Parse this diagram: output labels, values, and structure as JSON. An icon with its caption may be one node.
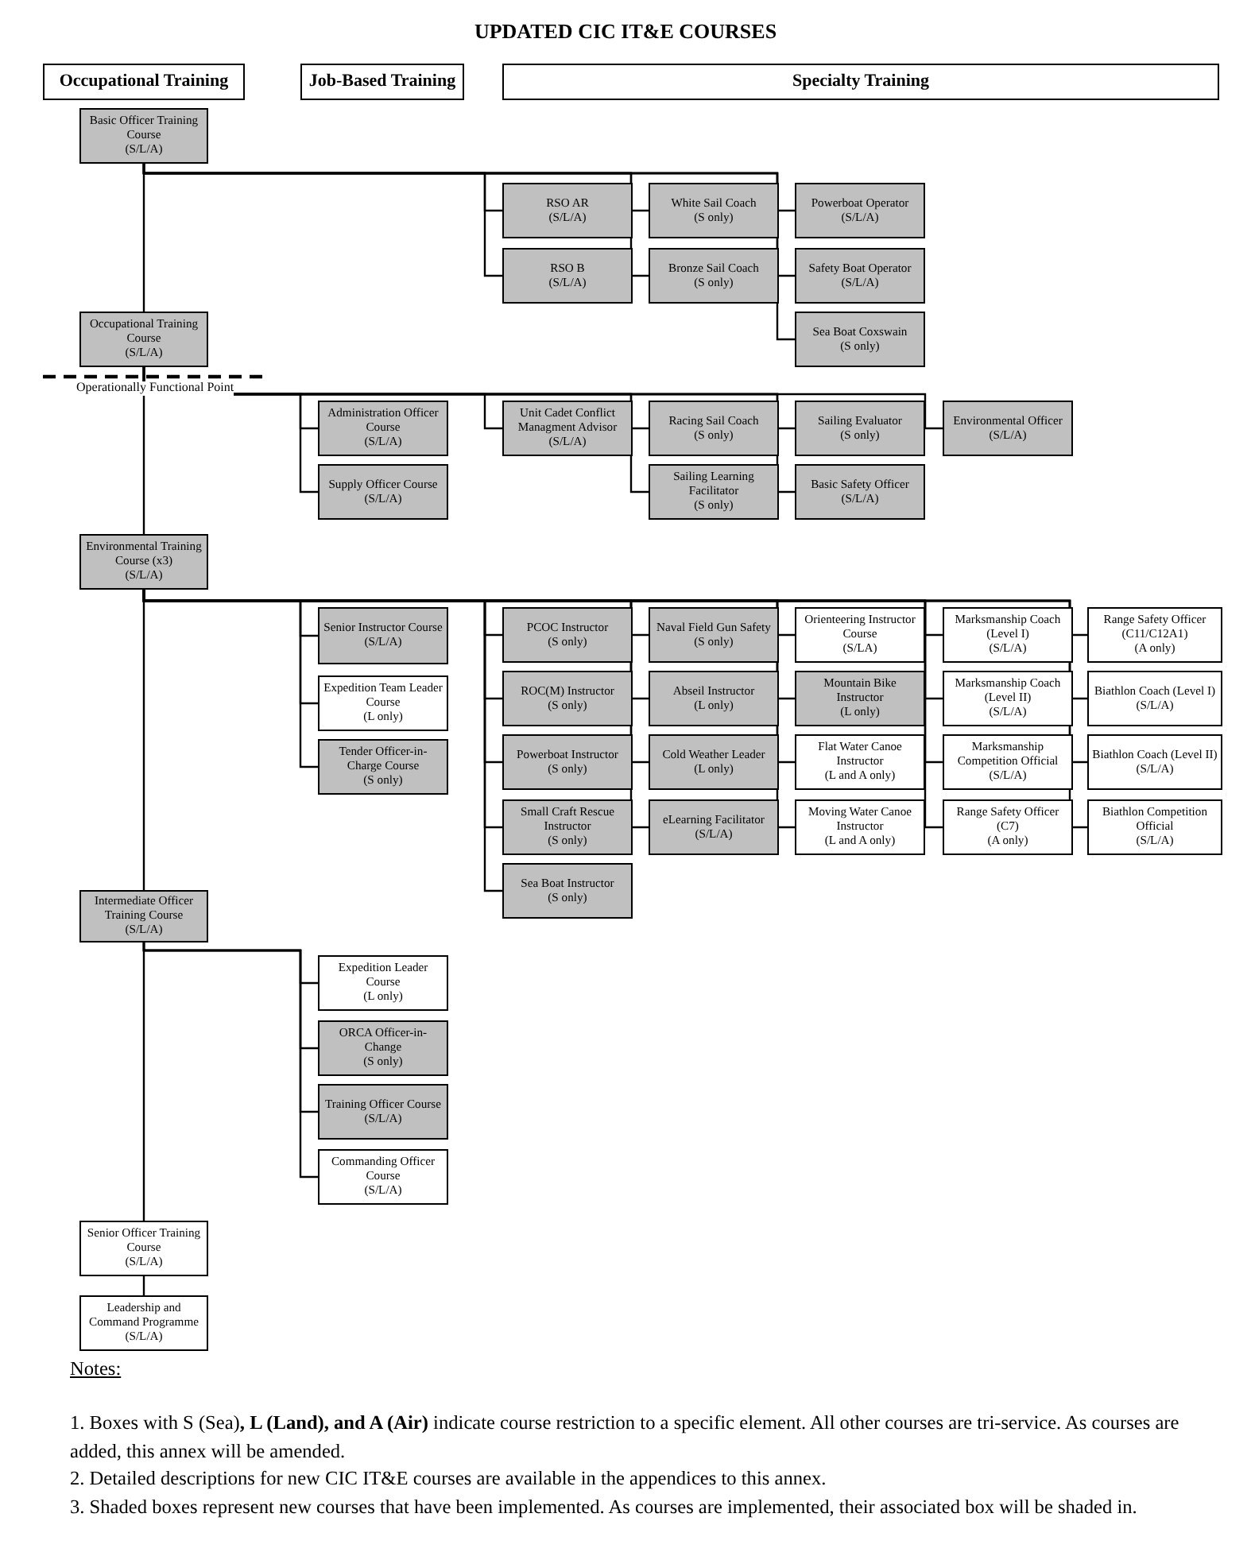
{
  "diagram": {
    "title": "UPDATED CIC IT&E COURSES",
    "nodes": [
      {
        "text": [
          "Occupational Training"
        ]
      },
      {
        "text": [
          "Job-Based Training"
        ]
      },
      {
        "text": [
          "Specialty Training"
        ]
      },
      {
        "text": [
          "Basic Officer Training Course",
          "(S/L/A)"
        ]
      },
      {
        "text": [
          "RSO AR",
          "(S/L/A)"
        ]
      },
      {
        "text": [
          "White Sail Coach",
          "(S only)"
        ]
      },
      {
        "text": [
          "Powerboat Operator",
          "(S/L/A)"
        ]
      },
      {
        "text": [
          "RSO B",
          "(S/L/A)"
        ]
      },
      {
        "text": [
          "Bronze Sail Coach",
          "(S only)"
        ]
      },
      {
        "text": [
          "Safety Boat Operator",
          "(S/L/A)"
        ]
      },
      {
        "text": [
          "Sea Boat Coxswain",
          "(S only)"
        ]
      },
      {
        "text": [
          "Occupational Training Course",
          "(S/L/A)"
        ]
      },
      {
        "text": [
          "Administration Officer Course",
          "(S/L/A)"
        ]
      },
      {
        "text": [
          "Unit Cadet Conflict Managment Advisor",
          "(S/L/A)"
        ]
      },
      {
        "text": [
          "Racing Sail Coach",
          "(S only)"
        ]
      },
      {
        "text": [
          "Sailing Evaluator",
          "(S only)"
        ]
      },
      {
        "text": [
          "Environmental Officer",
          "(S/L/A)"
        ]
      },
      {
        "text": [
          "Supply Officer Course",
          "(S/L/A)"
        ]
      },
      {
        "text": [
          "Sailing Learning Facilitator",
          "(S only)"
        ]
      },
      {
        "text": [
          "Basic Safety Officer",
          "(S/L/A)"
        ]
      },
      {
        "text": [
          "Environmental Training Course (x3)",
          "(S/L/A)"
        ]
      },
      {
        "text": [
          "Senior Instructor Course",
          "(S/L/A)"
        ]
      },
      {
        "text": [
          "PCOC Instructor",
          "(S only)"
        ]
      },
      {
        "text": [
          "Naval Field Gun Safety",
          "(S only)"
        ]
      },
      {
        "text": [
          "Orienteering Instructor Course",
          "(S/LA)"
        ]
      },
      {
        "text": [
          "Marksmanship Coach (Level I)",
          "(S/L/A)"
        ]
      },
      {
        "text": [
          "Range Safety Officer (C11/C12A1)",
          "(A only)"
        ]
      },
      {
        "text": [
          "Expedition Team Leader Course",
          "(L only)"
        ]
      },
      {
        "text": [
          "ROC(M) Instructor",
          "(S only)"
        ]
      },
      {
        "text": [
          "Abseil Instructor",
          "(L only)"
        ]
      },
      {
        "text": [
          "Mountain Bike Instructor",
          "(L only)"
        ]
      },
      {
        "text": [
          "Marksmanship Coach (Level II)",
          "(S/L/A)"
        ]
      },
      {
        "text": [
          "Biathlon Coach (Level I)",
          "(S/L/A)"
        ]
      },
      {
        "text": [
          "Tender Officer-in-Charge Course",
          "(S only)"
        ]
      },
      {
        "text": [
          "Powerboat Instructor",
          "(S only)"
        ]
      },
      {
        "text": [
          "Cold Weather Leader",
          "(L only)"
        ]
      },
      {
        "text": [
          "Flat Water Canoe Instructor",
          "(L and A only)"
        ]
      },
      {
        "text": [
          "Marksmanship Competition Official",
          "(S/L/A)"
        ]
      },
      {
        "text": [
          "Biathlon Coach (Level II)",
          "(S/L/A)"
        ]
      },
      {
        "text": [
          "Small Craft Rescue Instructor",
          "(S only)"
        ]
      },
      {
        "text": [
          "eLearning Facilitator",
          "(S/L/A)"
        ]
      },
      {
        "text": [
          "Moving Water Canoe Instructor",
          "(L and A only)"
        ]
      },
      {
        "text": [
          "Range Safety Officer (C7)",
          "(A only)"
        ]
      },
      {
        "text": [
          "Biathlon Competition Official",
          "(S/L/A)"
        ]
      },
      {
        "text": [
          "Sea Boat Instructor",
          "(S only)"
        ]
      },
      {
        "text": [
          "Intermediate Officer Training Course",
          "(S/L/A)"
        ]
      },
      {
        "text": [
          "Expedition Leader Course",
          "(L only)"
        ]
      },
      {
        "text": [
          "ORCA Officer-in-Change",
          "(S only)"
        ]
      },
      {
        "text": [
          "Training Officer Course",
          "(S/L/A)"
        ]
      },
      {
        "text": [
          "Commanding Officer Course",
          "(S/L/A)"
        ]
      },
      {
        "text": [
          "Senior Officer Training Course",
          "(S/L/A)"
        ]
      },
      {
        "text": [
          "Leadership and Command Programme",
          "(S/L/A)"
        ]
      }
    ],
    "edges": [
      {
        "from": 3,
        "to": 4,
        "arrow": "none"
      },
      {
        "from": 3,
        "to": 7,
        "arrow": "none"
      },
      {
        "from": 3,
        "to": 5,
        "arrow": "none"
      },
      {
        "from": 3,
        "to": 8,
        "arrow": "none"
      },
      {
        "from": 3,
        "to": 6,
        "arrow": "none"
      },
      {
        "from": 3,
        "to": 9,
        "arrow": "none"
      },
      {
        "from": 3,
        "to": 10,
        "arrow": "none"
      },
      {
        "from": 3,
        "to": 11,
        "arrow": "none"
      },
      {
        "from": 11,
        "to": 12,
        "arrow": "none"
      },
      {
        "from": 11,
        "to": 17,
        "arrow": "none"
      },
      {
        "from": 11,
        "to": 13,
        "arrow": "none"
      },
      {
        "from": 11,
        "to": 14,
        "arrow": "none"
      },
      {
        "from": 11,
        "to": 18,
        "arrow": "none"
      },
      {
        "from": 11,
        "to": 15,
        "arrow": "none"
      },
      {
        "from": 11,
        "to": 19,
        "arrow": "none"
      },
      {
        "from": 11,
        "to": 16,
        "arrow": "none"
      },
      {
        "from": 11,
        "to": 20,
        "arrow": "none"
      },
      {
        "from": 20,
        "to": 21,
        "arrow": "none"
      },
      {
        "from": 20,
        "to": 27,
        "arrow": "none"
      },
      {
        "from": 20,
        "to": 33,
        "arrow": "none"
      },
      {
        "from": 20,
        "to": 22,
        "arrow": "none"
      },
      {
        "from": 20,
        "to": 28,
        "arrow": "none"
      },
      {
        "from": 20,
        "to": 34,
        "arrow": "none"
      },
      {
        "from": 20,
        "to": 39,
        "arrow": "none"
      },
      {
        "from": 20,
        "to": 44,
        "arrow": "none"
      },
      {
        "from": 20,
        "to": 23,
        "arrow": "none"
      },
      {
        "from": 20,
        "to": 29,
        "arrow": "none"
      },
      {
        "from": 20,
        "to": 35,
        "arrow": "none"
      },
      {
        "from": 20,
        "to": 40,
        "arrow": "none"
      },
      {
        "from": 20,
        "to": 24,
        "arrow": "none"
      },
      {
        "from": 20,
        "to": 30,
        "arrow": "none"
      },
      {
        "from": 20,
        "to": 36,
        "arrow": "none"
      },
      {
        "from": 20,
        "to": 41,
        "arrow": "none"
      },
      {
        "from": 20,
        "to": 25,
        "arrow": "none"
      },
      {
        "from": 20,
        "to": 31,
        "arrow": "none"
      },
      {
        "from": 20,
        "to": 37,
        "arrow": "none"
      },
      {
        "from": 20,
        "to": 42,
        "arrow": "none"
      },
      {
        "from": 20,
        "to": 26,
        "arrow": "none"
      },
      {
        "from": 20,
        "to": 32,
        "arrow": "none"
      },
      {
        "from": 20,
        "to": 38,
        "arrow": "none"
      },
      {
        "from": 20,
        "to": 43,
        "arrow": "none"
      },
      {
        "from": 20,
        "to": 45,
        "arrow": "none"
      },
      {
        "from": 45,
        "to": 46,
        "arrow": "none"
      },
      {
        "from": 45,
        "to": 47,
        "arrow": "none"
      },
      {
        "from": 45,
        "to": 48,
        "arrow": "none"
      },
      {
        "from": 45,
        "to": 49,
        "arrow": "none"
      },
      {
        "from": 45,
        "to": 50,
        "arrow": "none"
      },
      {
        "from": 50,
        "to": 51,
        "arrow": "none"
      }
    ],
    "labels": [
      "Operationally Functional Point",
      "Notes:",
      "1. Boxes with S (Sea)**, L (Land), and A (Air)** indicate course restriction to a specific element. All other courses are tri-service. As courses are added, this annex will be amended.",
      "2. Detailed descriptions for new CIC IT&E courses are available in the appendices to this annex.",
      "3. Shaded boxes represent new courses that have been implemented. As courses are implemented, their associated box will be shaded in."
    ]
  }
}
